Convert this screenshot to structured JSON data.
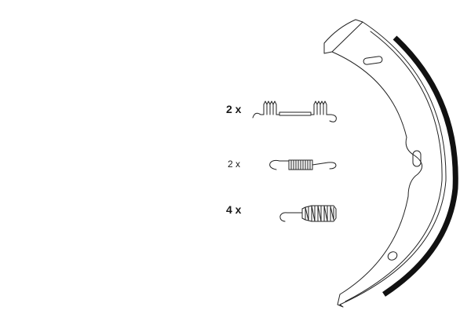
{
  "quantities": {
    "upper_spring": "2 x",
    "middle_spring": "2 x",
    "lower_spring": "4 x"
  },
  "colors": {
    "line": "#222222",
    "lining": "#111111",
    "background": "#ffffff"
  }
}
